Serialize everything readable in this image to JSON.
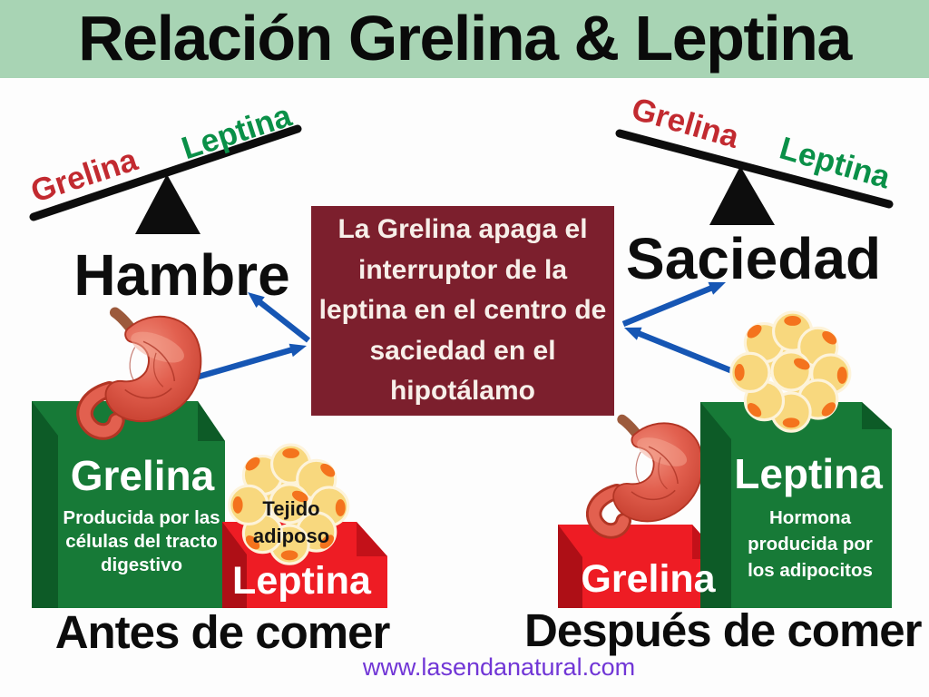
{
  "title": "Relación Grelina & Leptina",
  "colors": {
    "header_bg": "#a8d4b4",
    "center_box_bg": "#7c1f2d",
    "center_box_text": "#f7efe9",
    "green_box": "#177a37",
    "green_box_shade": "#0d5b27",
    "red_box": "#ee1c24",
    "red_box_shade": "#ae0f16",
    "ghrelin_word_red": "#c22a30",
    "leptin_word_green": "#0a9048",
    "arrow_blue": "#1656b4",
    "fat_cell_yellow": "#f8d87e",
    "fat_nucleus_orange": "#f4731d",
    "website_purple": "#7136d6"
  },
  "before_scale": {
    "low_side_label": "Grelina",
    "high_side_label": "Leptina",
    "result_label": "Hambre"
  },
  "after_scale": {
    "high_side_label": "Grelina",
    "low_side_label": "Leptina",
    "result_label": "Saciedad"
  },
  "center_box": {
    "lines": [
      "La Grelina apaga el",
      "interruptor de la",
      "leptina en el centro de",
      "saciedad en el",
      "hipotálamo"
    ]
  },
  "before_group": {
    "hormone_box_title": "Grelina",
    "hormone_box_desc_lines": [
      "Producida por las",
      "células del tracto",
      "digestivo"
    ],
    "second_box_label": "Leptina",
    "fat_tissue_label_lines": [
      "Tejido",
      "adiposo"
    ],
    "caption": "Antes de comer"
  },
  "after_group": {
    "hormone_box_title": "Leptina",
    "hormone_box_desc_lines": [
      "Hormona",
      "producida por",
      "los adipocitos"
    ],
    "second_box_label": "Grelina",
    "caption": "Después de comer"
  },
  "footer": {
    "website": "www.lasendanatural.com"
  }
}
